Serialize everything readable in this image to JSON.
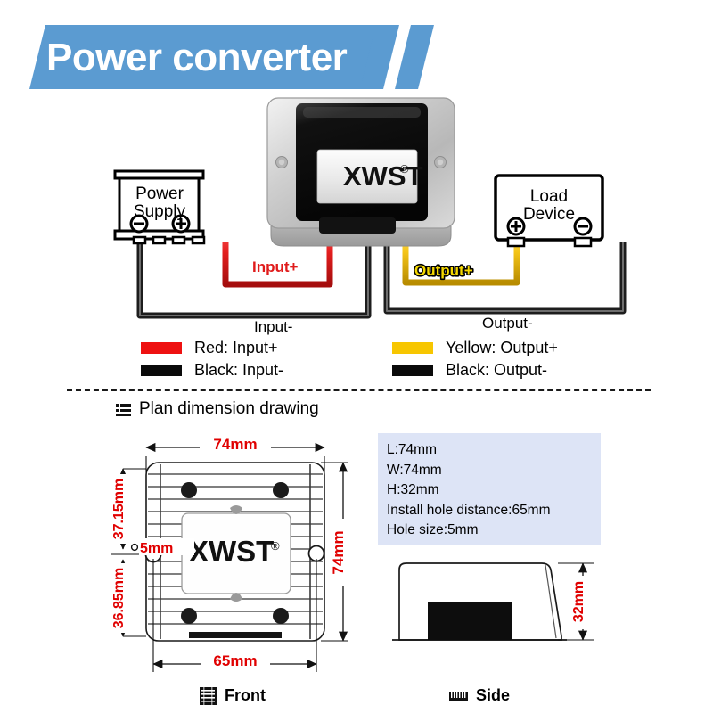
{
  "header": {
    "title": "Power converter",
    "banner_color": "#5b9bd1"
  },
  "wiring_diagram": {
    "power_supply": {
      "line1": "Power",
      "line2": "Supply",
      "left_terminal": "minus-terminal",
      "right_terminal": "plus-terminal"
    },
    "load_device": {
      "line1": "Load",
      "line2": "Device",
      "left_terminal": "plus-terminal",
      "right_terminal": "minus-terminal"
    },
    "device_brand": "XWST",
    "device_brand_mark": "®",
    "wire_labels": {
      "input_plus": "Input+",
      "input_minus": "Input-",
      "output_plus": "Output+",
      "output_minus": "Output-"
    },
    "wire_colors": {
      "red": "#e31e1e",
      "yellow": "#f5c518",
      "black": "#2b2b2b"
    }
  },
  "legend": {
    "left": [
      {
        "color": "#ee1111",
        "label": "Red: Input+"
      },
      {
        "color": "#0a0a0a",
        "label": "Black: Input-"
      }
    ],
    "right": [
      {
        "color": "#f7c600",
        "label": "Yellow: Output+"
      },
      {
        "color": "#0a0a0a",
        "label": "Black: Output-"
      }
    ]
  },
  "section": {
    "title": "Plan dimension drawing",
    "icon": "grid-layout-icon"
  },
  "specs": {
    "lines": [
      "L:74mm",
      "W:74mm",
      "H:32mm",
      "Install hole distance:65mm",
      "Hole size:5mm"
    ],
    "panel_color": "#dde4f6"
  },
  "front_view": {
    "brand": "XWST",
    "brand_mark": "®",
    "dimensions": {
      "width_top": "74mm",
      "height_right": "74mm",
      "upper_left": "37.15mm",
      "lower_left": "36.85mm",
      "hole_diameter": "5mm",
      "hole_diameter_symbol": "⌀",
      "hole_distance_bottom": "65mm"
    },
    "dimension_color": "#e00000",
    "caption": "Front",
    "caption_icon": "front-view-icon"
  },
  "side_view": {
    "dimensions": {
      "height": "32mm"
    },
    "dimension_color": "#e00000",
    "caption": "Side",
    "caption_icon": "side-view-icon"
  }
}
